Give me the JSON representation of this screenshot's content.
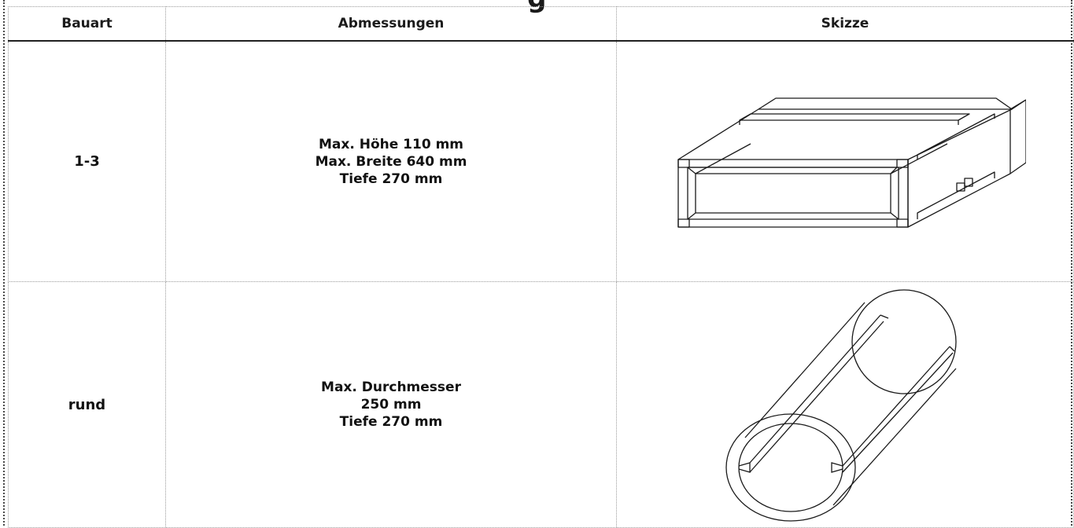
{
  "page": {
    "title_fragment": "g"
  },
  "table": {
    "headers": [
      "Bauart",
      "Abmessungen",
      "Skizze"
    ],
    "rows": [
      {
        "type": "1-3",
        "dimensions": [
          "Max. Höhe 110 mm",
          "Max. Breite 640 mm",
          "Tiefe 270 mm"
        ],
        "sketch_icon": "rectangular-duct-sketch"
      },
      {
        "type": "rund",
        "dimensions": [
          "Max. Durchmesser",
          "250 mm",
          "Tiefe 270 mm"
        ],
        "sketch_icon": "round-duct-sketch"
      }
    ]
  },
  "colors": {
    "text": "#111111",
    "grid": "#9a9a9a",
    "header_rule": "#202020"
  }
}
